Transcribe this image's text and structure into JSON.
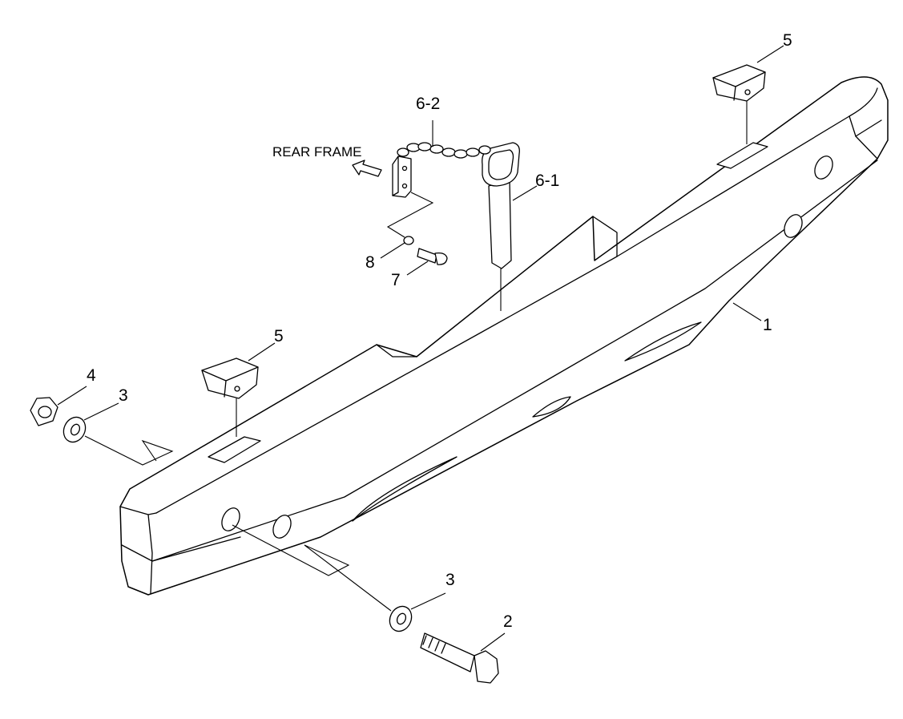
{
  "diagram": {
    "labels": {
      "rear_frame": "REAR FRAME",
      "counterweight": "1",
      "bolt": "2",
      "washer_left": "3",
      "washer_bottom": "3",
      "nut": "4",
      "cap_left": "5",
      "cap_right": "5",
      "pin": "6-1",
      "chain": "6-2",
      "screw": "7",
      "small_washer": "8"
    }
  }
}
